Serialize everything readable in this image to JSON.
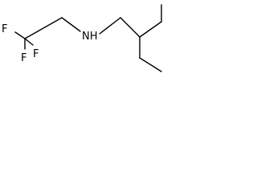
{
  "molecule": {
    "atoms": {
      "f1": "F",
      "f2": "F",
      "f3": "F",
      "amine": "NH"
    },
    "line_color": "#000000",
    "background_color": "#ffffff"
  }
}
